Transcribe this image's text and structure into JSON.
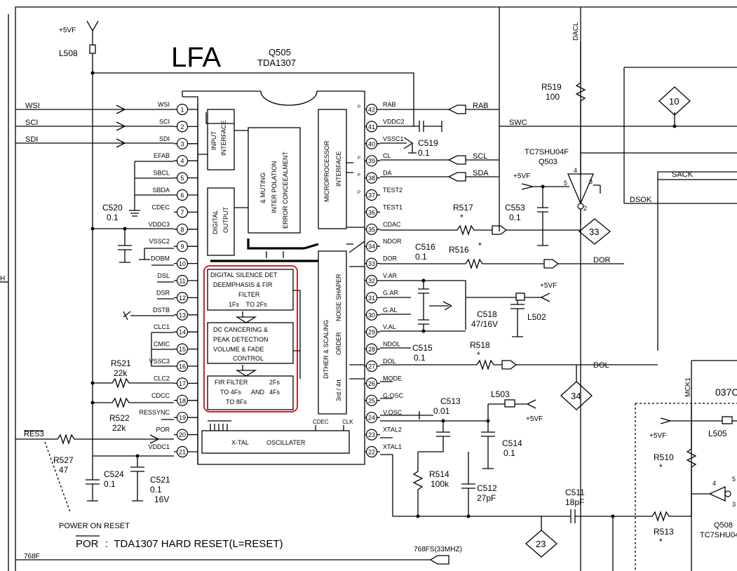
{
  "title": "LFA",
  "ic": {
    "ref": "Q505",
    "part": "TDA1307"
  },
  "left_pins": [
    {
      "n": "1",
      "name": "WSI"
    },
    {
      "n": "2",
      "name": "SCI"
    },
    {
      "n": "3",
      "name": "SDI"
    },
    {
      "n": "4",
      "name": "EFAB"
    },
    {
      "n": "5",
      "name": "SBCL"
    },
    {
      "n": "6",
      "name": "SBDA"
    },
    {
      "n": "7",
      "name": "CDEC"
    },
    {
      "n": "8",
      "name": "VDDC3"
    },
    {
      "n": "9",
      "name": "VSSC2"
    },
    {
      "n": "10",
      "name": "DOBM"
    },
    {
      "n": "11",
      "name": "DSL"
    },
    {
      "n": "12",
      "name": "DSR"
    },
    {
      "n": "13",
      "name": "DSTB"
    },
    {
      "n": "14",
      "name": "CLC1"
    },
    {
      "n": "15",
      "name": "CMIC"
    },
    {
      "n": "16",
      "name": "VSSC3"
    },
    {
      "n": "17",
      "name": "CLC2"
    },
    {
      "n": "18",
      "name": "CDCC"
    },
    {
      "n": "19",
      "name": "RESSYNC"
    },
    {
      "n": "20",
      "name": "POR"
    },
    {
      "n": "21",
      "name": "VDDC1"
    }
  ],
  "right_pins": [
    {
      "n": "42",
      "name": "RAB"
    },
    {
      "n": "41",
      "name": "VDDC2"
    },
    {
      "n": "40",
      "name": "VSSC1"
    },
    {
      "n": "39",
      "name": "CL"
    },
    {
      "n": "38",
      "name": "DA"
    },
    {
      "n": "37",
      "name": "TEST2"
    },
    {
      "n": "36",
      "name": "TEST1"
    },
    {
      "n": "35",
      "name": "CDAC"
    },
    {
      "n": "34",
      "name": "NDOR"
    },
    {
      "n": "33",
      "name": "DOR"
    },
    {
      "n": "32",
      "name": "V.AR"
    },
    {
      "n": "31",
      "name": "G.AR"
    },
    {
      "n": "30",
      "name": "G.AL"
    },
    {
      "n": "29",
      "name": "V.AL"
    },
    {
      "n": "28",
      "name": "NDOL"
    },
    {
      "n": "27",
      "name": "DOL"
    },
    {
      "n": "26",
      "name": "MODE"
    },
    {
      "n": "25",
      "name": "G.OSC"
    },
    {
      "n": "24",
      "name": "V.OSC"
    },
    {
      "n": "23",
      "name": "XTAL2"
    },
    {
      "n": "22",
      "name": "XTAL1"
    }
  ],
  "blocks": {
    "input": [
      "INPUT",
      "INTERFACE"
    ],
    "digital_output": [
      "DIGITAL",
      "OUTPUT"
    ],
    "interp": [
      "& MUTING",
      "INTER POLATION",
      "ERROR CONCEEALMENT"
    ],
    "micro": [
      "MICROPROCESSOR",
      "INTERFACE"
    ],
    "noise": [
      "DITHER & SCALING",
      "ORDER",
      "NOISE SHAPER"
    ],
    "noise_extra": "3rd / 4rt",
    "dsd": [
      "DIGITAL SILENCE DET",
      "DEEMPHASIS & FIR",
      "FILTER",
      "1Fs    TO 2Fs"
    ],
    "dc": [
      "DC CANCERING &",
      "PEAK DETECTION",
      "VOLUME & FADE",
      "CONTROL"
    ],
    "fir": [
      "FIR FILTER",
      "2Fs",
      "TO 4Fs",
      "AND",
      "4Fs",
      "TO 8Fs"
    ],
    "xtal": [
      "X-TAL",
      "OSCILLATER"
    ],
    "cdec_clk": [
      "CDEC",
      "CLK"
    ]
  },
  "signals": {
    "wsi": "WSI",
    "sci": "SCI",
    "sdi": "SDI",
    "res3": "RES3",
    "f768": "768F",
    "rab": "RAB",
    "scl": "SCL",
    "sda": "SDA",
    "swc": "SWC",
    "sack": "SACK",
    "dsok": "DSOK",
    "dacl": "DACL",
    "dor": "DOR",
    "dol": "DOL",
    "mck1": "MCK1",
    "fs768": "768FS(33MHZ)",
    "p5vf": "+5VF",
    "p5vf2": "+5VF",
    "p5vf3": "+5VF",
    "p5vf4": "+5VF",
    "p5vf5": "+5VF",
    "h": "H",
    "p": "P",
    "p2": "P",
    "p3": "P",
    "p4": "P"
  },
  "components": {
    "l508": "L508",
    "c520": [
      "C520",
      "0.1"
    ],
    "c519": [
      "C519",
      "0.1"
    ],
    "r519": [
      "R519",
      "100"
    ],
    "ic503": [
      "TC7SHU04F",
      "Q503"
    ],
    "r517": [
      "R517",
      "*"
    ],
    "c553": [
      "C553",
      "0.1"
    ],
    "r516": [
      "R516",
      "*"
    ],
    "c516": [
      "C516",
      "0.1"
    ],
    "c518": [
      "C518",
      "47/16V"
    ],
    "l502": "L502",
    "c515": [
      "C515",
      "0.1"
    ],
    "r518": [
      "R518",
      "*"
    ],
    "c513": [
      "C513",
      "0.01"
    ],
    "l503": "L503",
    "c514": [
      "C514",
      "0.1"
    ],
    "r514": [
      "R514",
      "100k"
    ],
    "c512": [
      "C512",
      "27pF"
    ],
    "c511": [
      "C511",
      "18pF"
    ],
    "r521": [
      "R521",
      "22k"
    ],
    "r522": [
      "R522",
      "22k"
    ],
    "r527": [
      "R527",
      "47"
    ],
    "c524": [
      "C524",
      "0.1"
    ],
    "c521": [
      "C521",
      "0.1",
      "16V"
    ],
    "r510": [
      "R510",
      "*"
    ],
    "r513": [
      "R513",
      "*"
    ],
    "l505": "L505",
    "q508": [
      "Q508",
      "TC7SHU04"
    ],
    "ref037": "037C",
    "pin4": "4",
    "pin5": "5",
    "pin3": "3",
    "pin2": "2",
    "pin4b": "4",
    "pin5b": "5",
    "pin3b": "3"
  },
  "tags": [
    "10",
    "33",
    "34",
    "23"
  ],
  "notes": {
    "power_on": "POWER ON RESET",
    "por_label": "POR",
    "por_desc": ":  TDA1307 HARD RESET(L=RESET)"
  }
}
